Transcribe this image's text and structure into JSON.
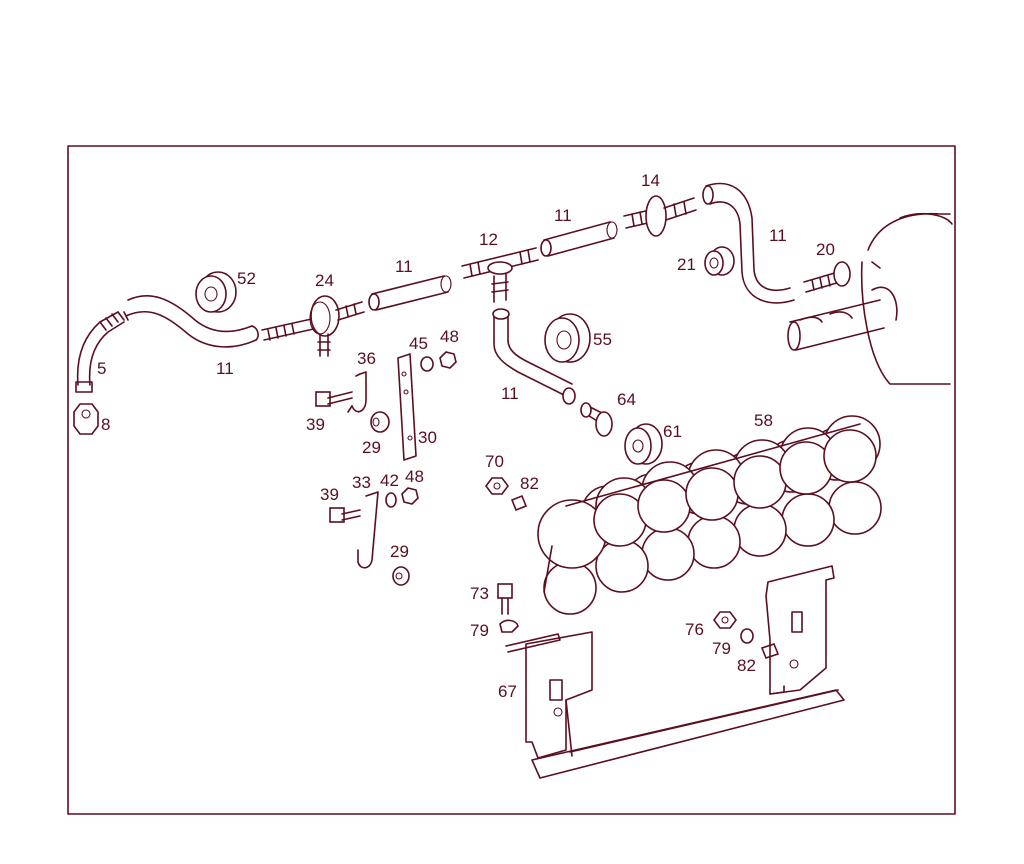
{
  "labels": {
    "l5": "5",
    "l8": "8",
    "l11a": "11",
    "l52": "52",
    "l24": "24",
    "l11b": "11",
    "l12": "12",
    "l11c": "11",
    "l14": "14",
    "l11d": "11",
    "l20": "20",
    "l21": "21",
    "l55": "55",
    "l11e": "11",
    "l64": "64",
    "l61": "61",
    "l58": "58",
    "l36": "36",
    "l45": "45",
    "l48a": "48",
    "l39a": "39",
    "l29a": "29",
    "l30": "30",
    "l33": "33",
    "l42": "42",
    "l48b": "48",
    "l39b": "39",
    "l29b": "29",
    "l70": "70",
    "l82a": "82",
    "l73": "73",
    "l79a": "79",
    "l67": "67",
    "l76": "76",
    "l79b": "79",
    "l82b": "82"
  },
  "colors": {
    "line": "#5a0f1e",
    "background": "#ffffff"
  }
}
